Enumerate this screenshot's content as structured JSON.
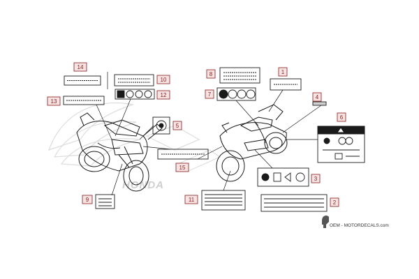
{
  "colors": {
    "callout_border": "#8b1a1a",
    "callout_fill": "#f6e3e3",
    "line": "#1a1a1a",
    "ghost": "#d9d9d9"
  },
  "callouts": [
    {
      "id": "c1",
      "number": "1"
    },
    {
      "id": "c2",
      "number": "2"
    },
    {
      "id": "c3",
      "number": "3"
    },
    {
      "id": "c4",
      "number": "4"
    },
    {
      "id": "c5",
      "number": "5"
    },
    {
      "id": "c6",
      "number": "6"
    },
    {
      "id": "c7",
      "number": "7"
    },
    {
      "id": "c8",
      "number": "8"
    },
    {
      "id": "c9",
      "number": "9"
    },
    {
      "id": "c10",
      "number": "10"
    },
    {
      "id": "c11",
      "number": "11"
    },
    {
      "id": "c12",
      "number": "12"
    },
    {
      "id": "c13",
      "number": "13"
    },
    {
      "id": "c14",
      "number": "14"
    },
    {
      "id": "c15",
      "number": "15"
    }
  ],
  "watermark": {
    "text": "OEM - MOTORDECALS.com",
    "icon": "helmet-icon"
  },
  "brand_mark": {
    "text": "HONDA",
    "icon": "wing-logo-icon"
  }
}
